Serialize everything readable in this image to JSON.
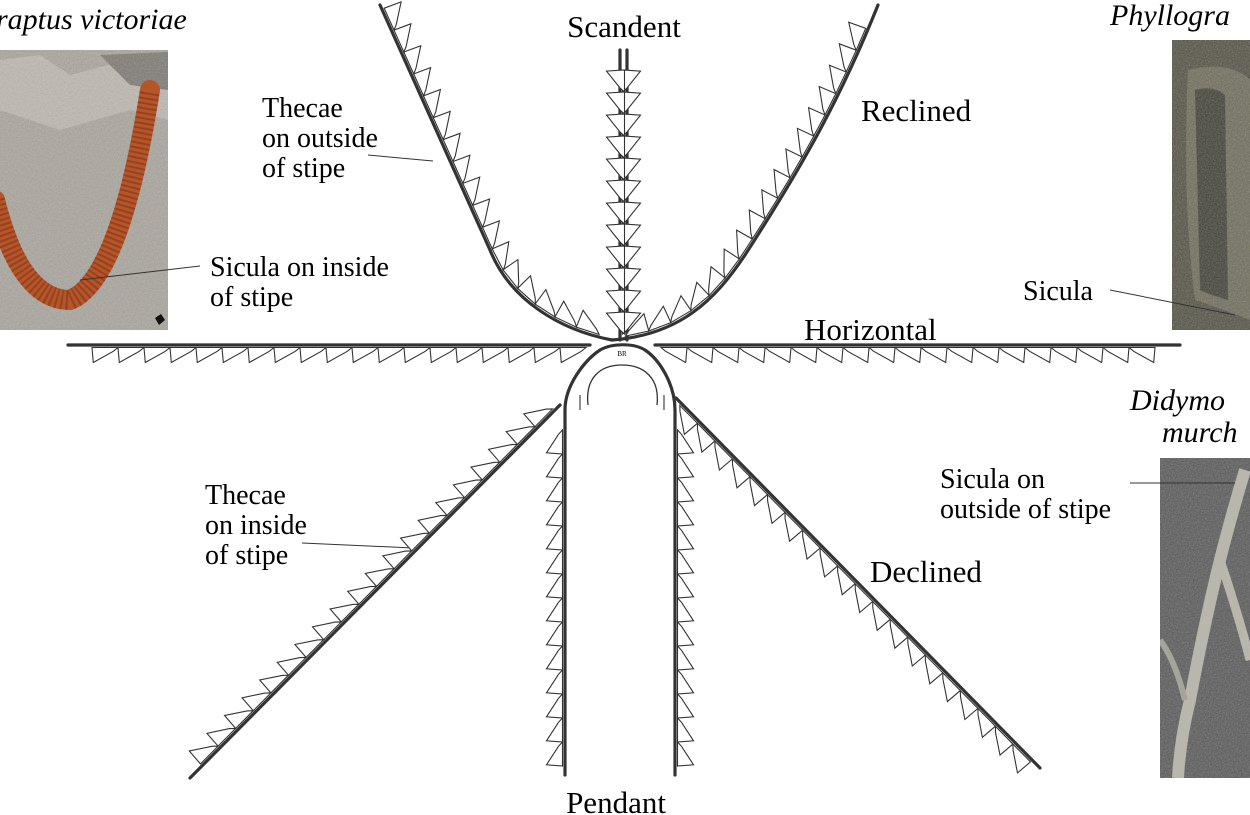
{
  "labels": {
    "scandent": "Scandent",
    "reclined": "Reclined",
    "horizontal": "Horizontal",
    "declined": "Declined",
    "pendant": "Pendant",
    "br": "BR"
  },
  "annotations": {
    "thecae_outside": [
      "Thecae",
      "on outside",
      "of stipe"
    ],
    "sicula_inside": [
      "Sicula on inside",
      "of stipe"
    ],
    "thecae_inside": [
      "Thecae",
      "on inside",
      "of stipe"
    ],
    "sicula": "Sicula",
    "sicula_outside": [
      "Sicula on",
      "outside of stipe"
    ]
  },
  "specimens": {
    "left_title": "raptus victoriae",
    "right_top_title": "Phyllogra",
    "right_bottom_title": [
      "Didymo",
      "murch"
    ]
  },
  "colors": {
    "ink": "#333333",
    "left_photo_bg": "#a8a39b",
    "left_photo_stipe": "#b5552a",
    "right_top_photo_bg": "#4f4d3f",
    "right_bottom_photo_bg": "#555555"
  }
}
